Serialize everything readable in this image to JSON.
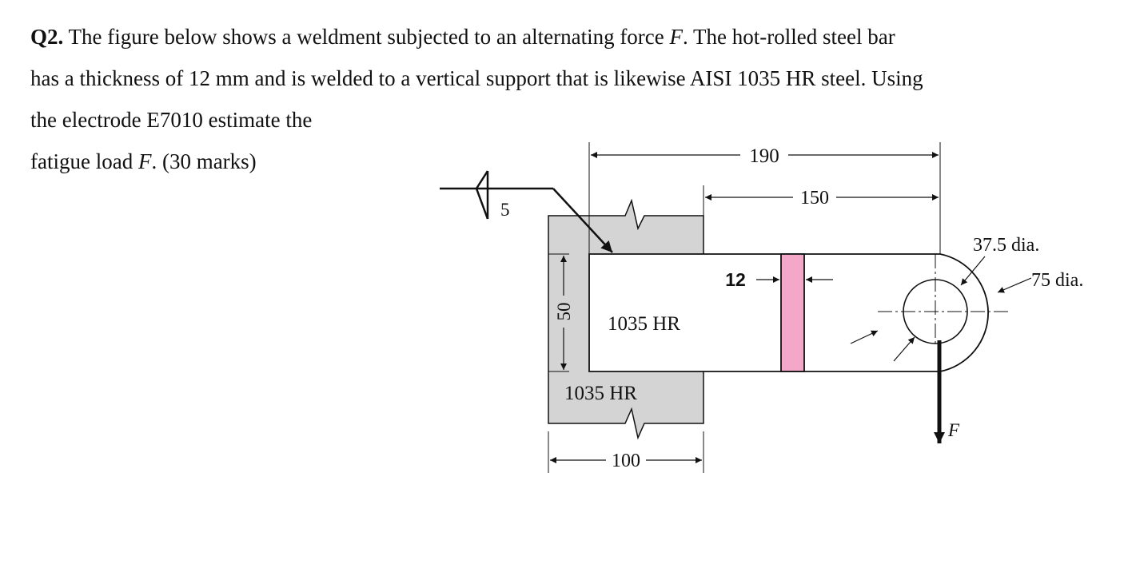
{
  "question": {
    "label": "Q2.",
    "line1_a": " The figure below shows a weldment subjected to an alternating force ",
    "var_F": "F",
    "line1_b": ". The hot-rolled steel bar",
    "line2": "has a thickness of 12 mm and is welded to a vertical support that is likewise AISI 1035 HR steel. Using",
    "line3": "the electrode E7010 estimate the",
    "line4_a": "fatigue load ",
    "line4_b": ". (30 marks)"
  },
  "figure": {
    "dim_190": "190",
    "dim_150": "150",
    "dim_50": "50",
    "dim_100": "100",
    "dim_12": "12",
    "weld_size": "5",
    "hole_dia": "37.5 dia.",
    "outer_dia": "75 dia.",
    "bar_material": "1035 HR",
    "support_material": "1035 HR",
    "force_label": "F",
    "colors": {
      "support": "#d4d4d4",
      "weld_strip": "#f4a7c8",
      "line": "#111111"
    }
  }
}
